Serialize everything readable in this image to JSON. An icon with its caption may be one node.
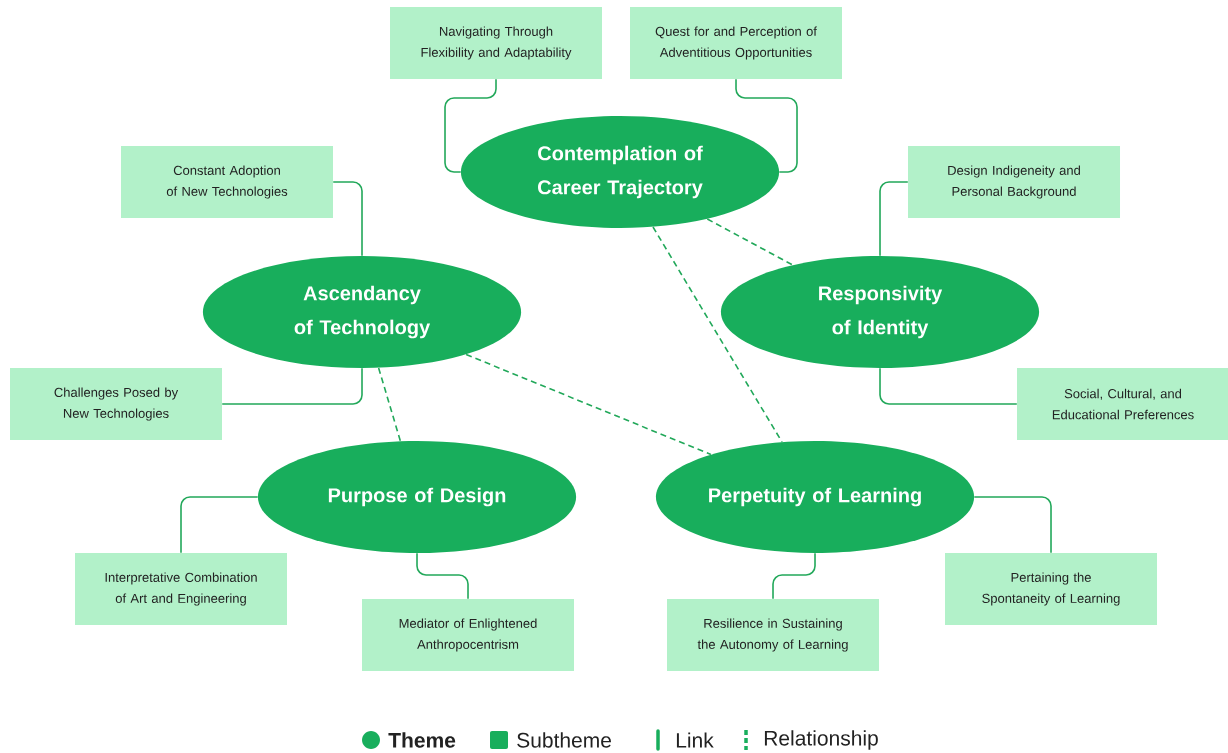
{
  "diagram": {
    "nodes": [
      {
        "text": [
          "Contemplation of Career Trajectory"
        ]
      },
      {
        "text": [
          "Navigating Through Flexibility and Adaptability"
        ]
      },
      {
        "text": [
          "Quest for and Perception of Adventitious Opportunities"
        ]
      },
      {
        "text": [
          "Ascendancy of Technology"
        ]
      },
      {
        "text": [
          "Constant Adoption of New Technologies"
        ]
      },
      {
        "text": [
          "Challenges Posed by New Technologies"
        ]
      },
      {
        "text": [
          "Responsivity of Identity"
        ]
      },
      {
        "text": [
          "Design Indigeneity and Personal Background"
        ]
      },
      {
        "text": [
          "Social, Cultural, and Educational Preferences"
        ]
      },
      {
        "text": [
          "Purpose of Design"
        ]
      },
      {
        "text": [
          "Interpretative Combination of Art and Engineering"
        ]
      },
      {
        "text": [
          "Mediator of Enlightened Anthropocentrism"
        ]
      },
      {
        "text": [
          "Perpetuity of Learning"
        ]
      },
      {
        "text": [
          "Resilience in Sustaining the Autonomy of Learning"
        ]
      },
      {
        "text": [
          "Pertaining the Spontaneity of Learning"
        ]
      }
    ],
    "edges": [
      {
        "from": 0,
        "to": 1,
        "arrow": "none"
      },
      {
        "from": 0,
        "to": 2,
        "arrow": "none"
      },
      {
        "from": 3,
        "to": 4,
        "arrow": "none"
      },
      {
        "from": 3,
        "to": 5,
        "arrow": "none"
      },
      {
        "from": 6,
        "to": 7,
        "arrow": "none"
      },
      {
        "from": 6,
        "to": 8,
        "arrow": "none"
      },
      {
        "from": 9,
        "to": 10,
        "arrow": "none"
      },
      {
        "from": 9,
        "to": 11,
        "arrow": "none"
      },
      {
        "from": 12,
        "to": 13,
        "arrow": "none"
      },
      {
        "from": 12,
        "to": 14,
        "arrow": "none"
      },
      {
        "from": 0,
        "to": 6,
        "arrow": "none",
        "style": "dashed"
      },
      {
        "from": 0,
        "to": 12,
        "arrow": "none",
        "style": "dashed"
      },
      {
        "from": 3,
        "to": 12,
        "arrow": "none",
        "style": "dashed"
      },
      {
        "from": 3,
        "to": 9,
        "arrow": "none",
        "style": "dashed"
      }
    ],
    "legend": [
      {
        "text": "Theme"
      },
      {
        "text": "Subtheme"
      },
      {
        "text": "Link"
      },
      {
        "text": "Relationship"
      }
    ]
  }
}
